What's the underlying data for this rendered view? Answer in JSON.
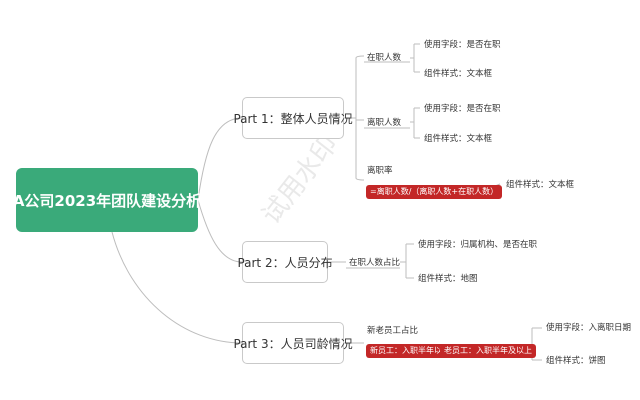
{
  "root": {
    "title": "A公司2023年团队建设分析"
  },
  "parts": [
    {
      "title": "Part 1：整体人员情况",
      "children": [
        {
          "label": "在职人数",
          "fields": "使用字段：是否在职",
          "style": "组件样式：文本框"
        },
        {
          "label": "离职人数",
          "fields": "使用字段：是否在职",
          "style": "组件样式：文本框"
        },
        {
          "label": "离职率",
          "formula": "=离职人数/（离职人数+在职人数）",
          "style": "组件样式：文本框"
        }
      ]
    },
    {
      "title": "Part 2：人员分布",
      "children": [
        {
          "label": "在职人数占比",
          "fields": "使用字段：归属机构、是否在职",
          "style": "组件样式：地图"
        }
      ]
    },
    {
      "title": "Part 3：人员司龄情况",
      "children": [
        {
          "label": "新老员工占比",
          "new_employee": "新员工：入职半年以内",
          "old_employee": "老员工：入职半年及以上",
          "fields": "使用字段：入离职日期",
          "style": "组件样式：饼图"
        }
      ]
    }
  ],
  "watermark": "试用水印"
}
